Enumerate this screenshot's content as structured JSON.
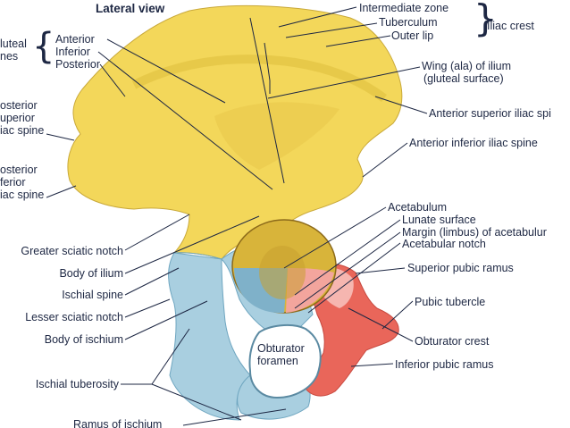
{
  "title": "Lateral view",
  "colors": {
    "ilium": "#f3d75a",
    "ilium_shade": "#d9b836",
    "ischium": "#a9cfe0",
    "ischium_shade": "#6fa6c0",
    "pubis": "#e9665a",
    "pubis_light": "#f6b6b0",
    "leader": "#1d2743"
  },
  "labels": {
    "gluteal_lines": "luteal\nnes",
    "anterior": "Anterior",
    "inferior": "Inferior",
    "posterior": "Posterior",
    "intermediate_zone": "Intermediate zone",
    "tuberculum": "Tuberculum",
    "outer_lip": "Outer lip",
    "iliac_crest": "Iliac crest",
    "wing": "Wing (ala) of ilium",
    "gluteal_surface": "(gluteal surface)",
    "asis": "Anterior superior iliac spi",
    "aiis": "Anterior inferior iliac spine",
    "psis": "osterior\nuperior\niac spine",
    "piis": "osterior\nferior\niac spine",
    "acetabulum": "Acetabulum",
    "lunate_surface": "Lunate surface",
    "margin": "Margin (limbus) of acetabulur",
    "acetabular_notch": "Acetabular notch",
    "superior_pubic_ramus": "Superior pubic ramus",
    "pubic_tubercle": "Pubic tubercle",
    "obturator_crest": "Obturator crest",
    "inferior_pubic_ramus": "Inferior pubic ramus",
    "obturator_foramen": "Obturator\nforamen",
    "greater_sciatic_notch": "Greater sciatic notch",
    "body_of_ilium": "Body of ilium",
    "ischial_spine": "Ischial spine",
    "lesser_sciatic_notch": "Lesser sciatic notch",
    "body_of_ischium": "Body of ischium",
    "ischial_tuberosity": "Ischial tuberosity",
    "ramus_of_ischium": "Ramus of ischium"
  }
}
